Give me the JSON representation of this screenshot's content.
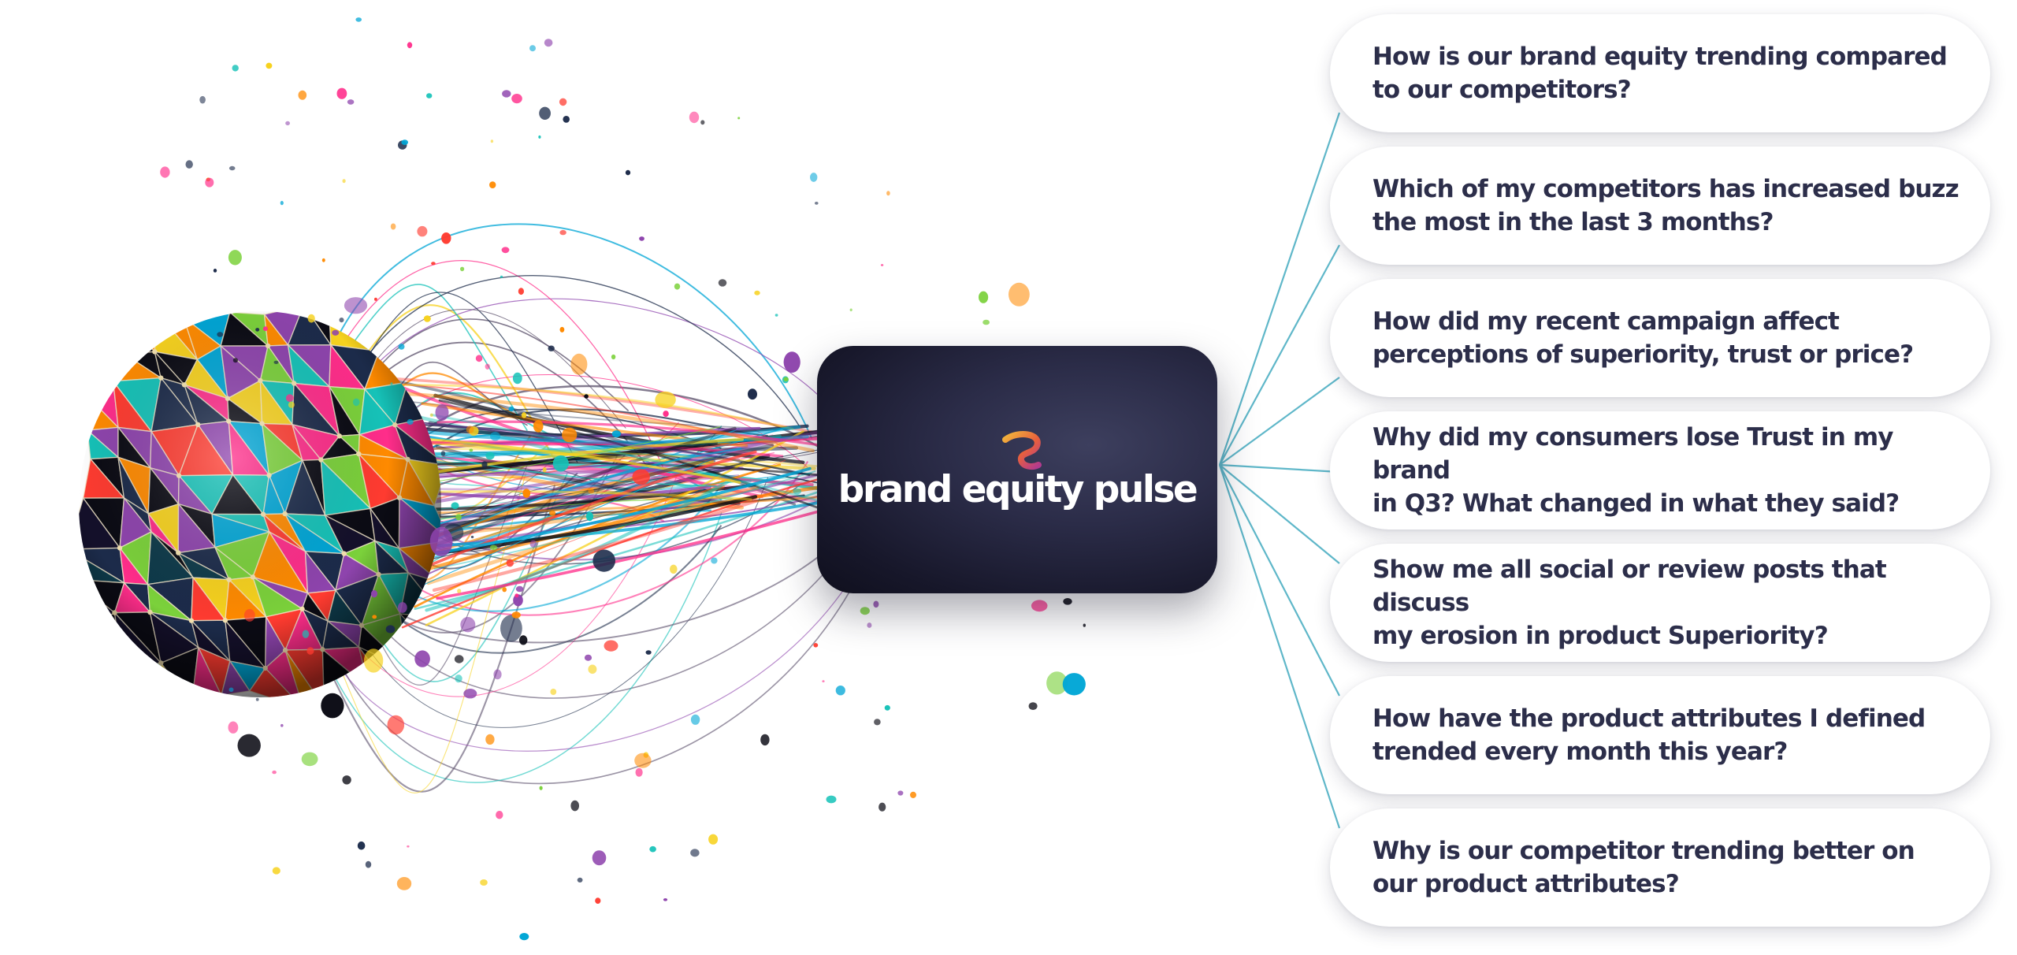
{
  "logo": {
    "brand_name": "brand equity pulse",
    "card_color": "#1c1d33",
    "mark_colors": [
      "#f2b63c",
      "#e8603c",
      "#b23a8f"
    ]
  },
  "connector_color": "#5fb7c9",
  "questions": [
    {
      "text": "How is our brand equity trending compared\nto our competitors?"
    },
    {
      "text": "Which of my competitors has increased buzz\nthe most in the last 3 months?"
    },
    {
      "text": "How did my recent campaign affect\nperceptions of superiority, trust or price?"
    },
    {
      "text": "Why did my consumers lose Trust in my brand\nin Q3? What changed in what they said?"
    },
    {
      "text": "Show me all social or review posts that discuss\nmy erosion in product Superiority?"
    },
    {
      "text": "How have the product attributes I defined\ntrended every month this year?"
    },
    {
      "text": "Why is our competitor trending better on\nour product attributes?"
    }
  ],
  "illustration": {
    "subject": "exploding-geodesic-sphere",
    "palette": [
      "#00a6d6",
      "#16c2b8",
      "#7bd13b",
      "#f7d21e",
      "#ff8a00",
      "#ff3b30",
      "#ff2d8a",
      "#8e44ad",
      "#1c2b4a",
      "#0b0b14"
    ]
  }
}
